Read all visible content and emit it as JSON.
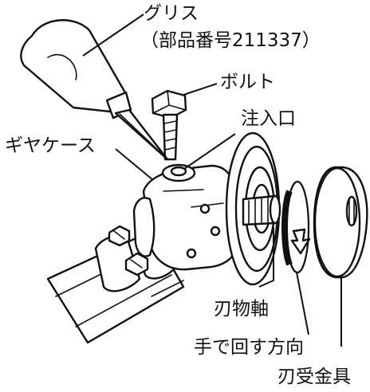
{
  "labels": {
    "grease": "グリス",
    "grease_part_no": "（部品番号211337）",
    "bolt": "ボルト",
    "inlet": "注入口",
    "gear_case": "ギヤケース",
    "blade_shaft": "刃物軸",
    "turn_direction": "手で回す方向",
    "blade_holder": "刃受金具"
  }
}
